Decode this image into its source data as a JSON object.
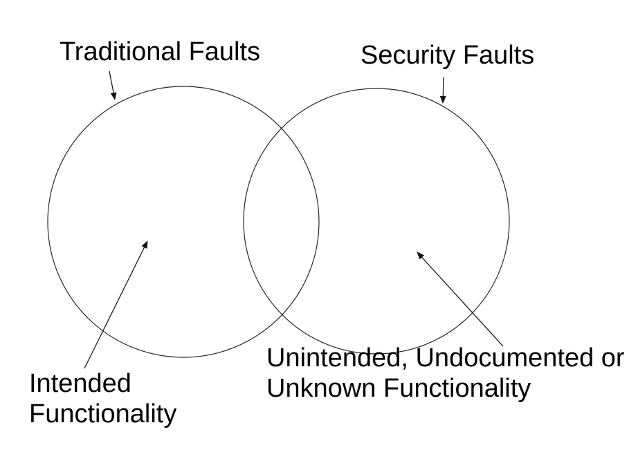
{
  "diagram": {
    "type": "venn",
    "background_color": "#ffffff",
    "circle_stroke_color": "#262626",
    "arrow_color": "#1a1a1a",
    "text_color": "#000000",
    "sets": [
      {
        "name": "Traditional Faults",
        "region_note": "Intended Functionality"
      },
      {
        "name": "Security Faults",
        "region_note": "Unintended, Undocumented or Unknown Functionality"
      }
    ]
  },
  "labels": {
    "traditional_faults": "Traditional Faults",
    "security_faults": "Security Faults",
    "intended_line1": "Intended",
    "intended_line2": "Functionality",
    "unintended_line1": "Unintended, Undocumented or",
    "unintended_line2": "Unknown Functionality"
  }
}
